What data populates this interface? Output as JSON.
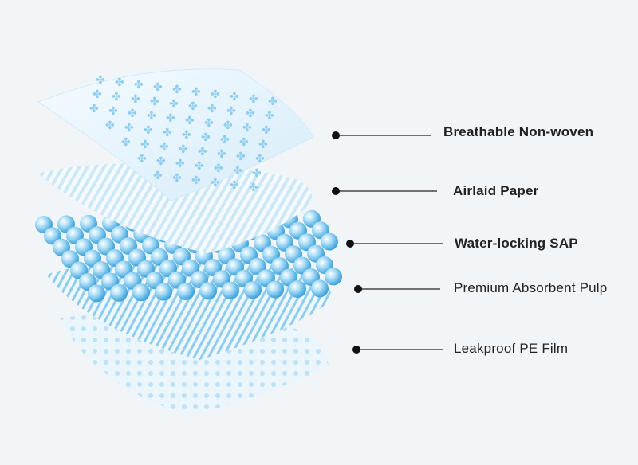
{
  "layers": [
    {
      "name": "Breathable Non-woven"
    },
    {
      "name": "Airlaid Paper"
    },
    {
      "name": "Water-locking SAP"
    },
    {
      "name": "Premium Absorbent Pulp"
    },
    {
      "name": "Leakproof PE Film"
    }
  ],
  "colors": {
    "background": "#f2f5f8",
    "layer_fill": "#e6f3fb",
    "accent_blue": "#8ccbee",
    "bead": "#5cb6e6",
    "line": "#222222"
  }
}
